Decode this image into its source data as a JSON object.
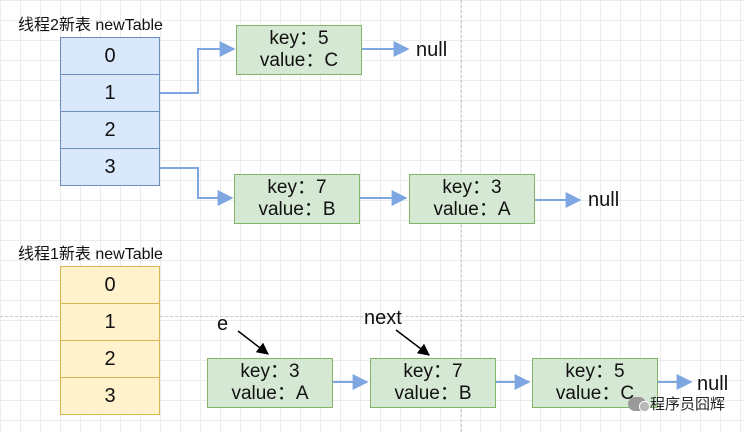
{
  "section_thread2": {
    "title": "线程2新表 newTable",
    "indices": [
      "0",
      "1",
      "2",
      "3"
    ],
    "bucket1": {
      "node1": {
        "key": "key：5",
        "value": "value：C"
      },
      "terminator": "null"
    },
    "bucket3": {
      "node1": {
        "key": "key：7",
        "value": "value：B"
      },
      "node2": {
        "key": "key：3",
        "value": "value：A"
      },
      "terminator": "null"
    }
  },
  "section_thread1": {
    "title": "线程1新表 newTable",
    "indices": [
      "0",
      "1",
      "2",
      "3"
    ],
    "list": {
      "node1": {
        "key": "key：3",
        "value": "value：A"
      },
      "node2": {
        "key": "key：7",
        "value": "value：B"
      },
      "node3": {
        "key": "key：5",
        "value": "value：C"
      },
      "terminator": "null"
    },
    "pointers": {
      "e": "e",
      "next": "next"
    }
  },
  "watermark": {
    "text": "程序员囧辉",
    "icon": "wechat-icon"
  },
  "colors": {
    "table1_fill": "#dae8fc",
    "table1_stroke": "#6c8ebf",
    "table2_fill": "#fff2cc",
    "table2_stroke": "#d6b656",
    "node_fill": "#d5e8d4",
    "node_stroke": "#82b366",
    "arrow": "#7ea6e0"
  }
}
